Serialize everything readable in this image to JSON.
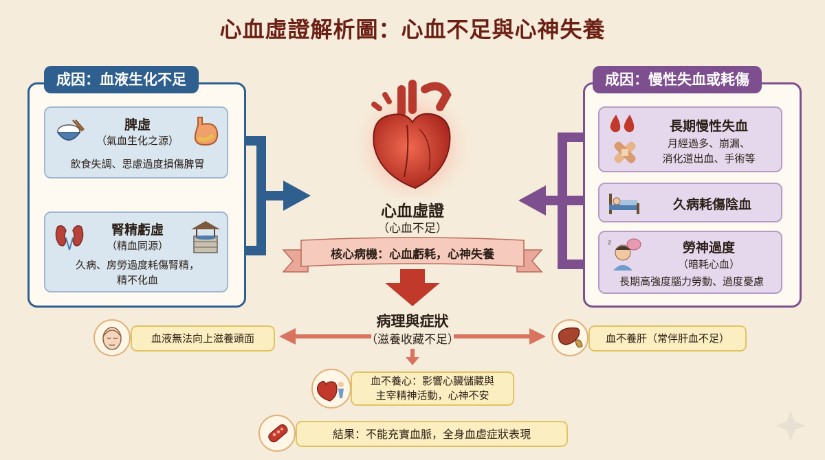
{
  "title": "心血虛證解析圖：心血不足與心神失養",
  "left": {
    "tab": "成因：血液生化不足",
    "spleen": {
      "title": "脾虛",
      "sub": "（氣血生化之源）",
      "desc": "飲食失調、思慮過度損傷脾胃"
    },
    "kidney": {
      "title": "腎精虧虛",
      "sub": "（精血同源）",
      "desc1": "久病、房勞過度耗傷腎精，",
      "desc2": "精不化血"
    }
  },
  "right": {
    "tab": "成因：慢性失血或耗傷",
    "blood_loss": {
      "title": "長期慢性失血",
      "desc1": "月經過多、崩漏、",
      "desc2": "消化道出血、手術等"
    },
    "chronic": {
      "title": "久病耗傷陰血"
    },
    "overwork": {
      "title": "勞神過度",
      "sub": "（暗耗心血）",
      "desc": "長期高強度腦力勞動、過度憂慮"
    }
  },
  "center": {
    "title": "心血虛證",
    "sub": "（心血不足）",
    "banner": "核心病機：心血虧耗，心神失養",
    "patho_title": "病理與症狀",
    "patho_sub": "（滋養收藏不足）"
  },
  "effects": {
    "head": "血液無法向上滋養頭面",
    "liver": "血不養肝（常伴肝血不足）",
    "heart1": "血不養心：影響心臟儲藏與",
    "heart2": "主宰精神活動，心神不安",
    "result": "結果：不能充實血脈，全身血虛症狀表現"
  },
  "colors": {
    "blue": "#2f5f8f",
    "purple": "#7d4f8f",
    "red": "#c0392b",
    "title": "#6b1f14"
  }
}
